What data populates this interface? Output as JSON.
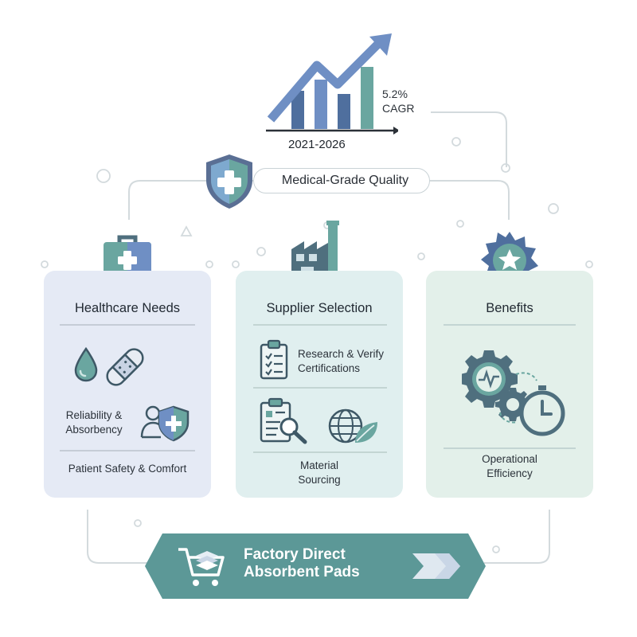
{
  "top": {
    "growth_rate": "5.2%",
    "growth_metric": "CAGR",
    "period": "2021-2026",
    "quality_label": "Medical-Grade Quality"
  },
  "cards": [
    {
      "title": "Healthcare Needs",
      "item_1_line_1": "Reliability &",
      "item_1_line_2": "Absorbency",
      "item_2": "Patient Safety & Comfort"
    },
    {
      "title": "Supplier Selection",
      "item_1_line_1": "Research & Verify",
      "item_1_line_2": "Certifications",
      "item_2_line_1": "Material",
      "item_2_line_2": "Sourcing"
    },
    {
      "title": "Benefits",
      "item_1_line_1": "Operational",
      "item_1_line_2": "Efficiency"
    }
  ],
  "banner": {
    "line_1": "Factory Direct",
    "line_2": "Absorbent Pads"
  },
  "colors": {
    "blue": "#6f8fc4",
    "teal": "#6aa6a0",
    "slate": "#4f6f7e",
    "banner": "#5c9897"
  }
}
